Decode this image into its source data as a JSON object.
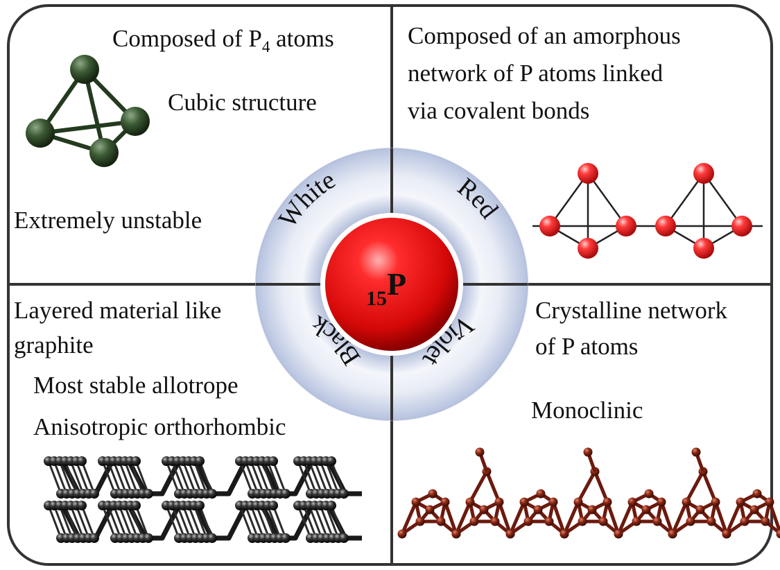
{
  "center": {
    "element_number": "15",
    "element_symbol": "P"
  },
  "ring_labels": {
    "white": "White",
    "red": "Red",
    "black": "Black",
    "violet": "Violet"
  },
  "quadrants": {
    "white": {
      "composed_prefix": "Composed of P",
      "composed_subscript": "4",
      "composed_suffix": " atoms",
      "structure": "Cubic structure",
      "stability": "Extremely unstable"
    },
    "red": {
      "line1": "Composed of an amorphous",
      "line2": "network of P atoms linked",
      "line3": "via covalent bonds"
    },
    "black": {
      "line1": "Layered material like",
      "line2": "graphite",
      "stability": "Most stable allotrope",
      "structure": "Anisotropic orthorhombic"
    },
    "violet": {
      "line1": "Crystalline network",
      "line2": "of P atoms",
      "structure": "Monoclinic"
    }
  },
  "colors": {
    "white_p_atom": "#2f4a2a",
    "red_p_atom": "#e8262a",
    "black_p_atom": "#222222",
    "violet_p_atom": "#7a1e12",
    "ring": "#c9d3e8",
    "center_sphere": "#e01010",
    "border": "#333333"
  }
}
